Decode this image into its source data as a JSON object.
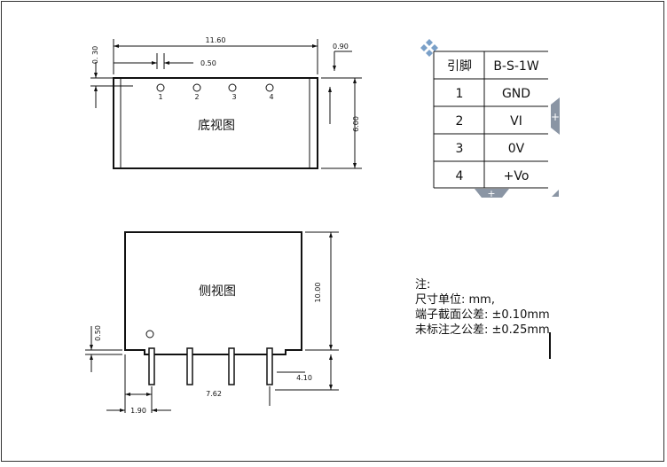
{
  "bottom_view": {
    "title": "底视图",
    "dims": {
      "width": "11.60",
      "pitch": "0.50",
      "side": "0.90",
      "height": "6.00",
      "edge": "0. 30"
    },
    "pins": [
      "1",
      "2",
      "3",
      "4"
    ]
  },
  "side_view": {
    "title": "侧视图",
    "dims": {
      "height": "10.00",
      "standoff": "0.50",
      "pin_len": "4.10",
      "span": "7.62",
      "offset": "1.90"
    }
  },
  "pin_table": {
    "headers": [
      "引脚",
      "B-S-1W"
    ],
    "rows": [
      [
        "1",
        "GND"
      ],
      [
        "2",
        "VI"
      ],
      [
        "3",
        "0V"
      ],
      [
        "4",
        "+Vo"
      ]
    ]
  },
  "notes": {
    "heading": "注:",
    "line1": "尺寸单位: mm,",
    "line2": "端子截面公差: ±0.10mm",
    "line3": "未标注之公差: ±0.25mm"
  }
}
